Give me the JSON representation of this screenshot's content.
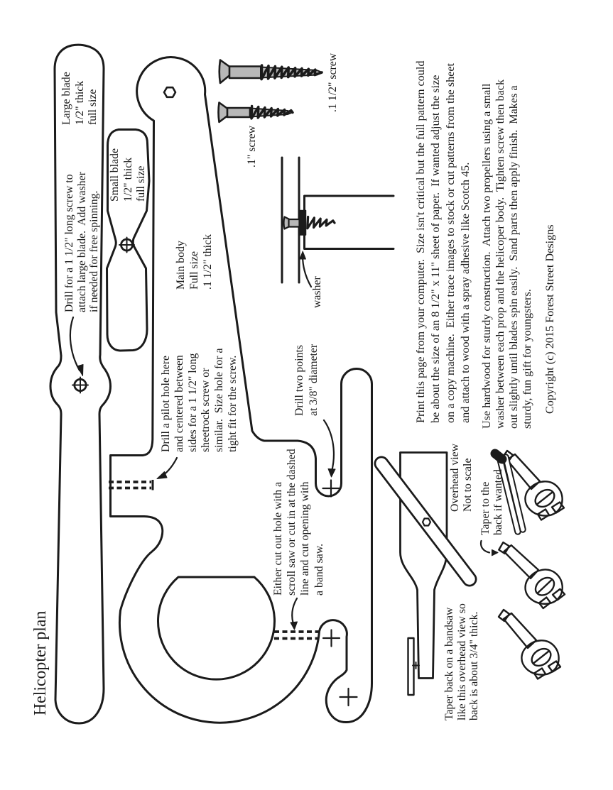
{
  "page": {
    "background": "#ffffff",
    "ink": "#1b1b1b",
    "title": "Helicopter plan"
  },
  "parts": {
    "large_blade": {
      "label_lines": [
        "Large blade",
        "1/2\" thick",
        "full size"
      ]
    },
    "small_blade": {
      "label_lines": [
        "Small blade",
        "1/2\" thick",
        "full size"
      ]
    },
    "main_body": {
      "label_lines": [
        "Main body",
        "Full size",
        ".1 1/2\" thick"
      ]
    }
  },
  "hardware": {
    "screw_long": {
      "label": ".1 1/2\" screw"
    },
    "screw_short": {
      "label": ".1\" screw"
    },
    "washer": {
      "label": "washer"
    }
  },
  "annotations": {
    "drill_large_blade": {
      "lines": [
        "Drill for a 1 1/2\" long screw to",
        "attach large blade.  Add washer",
        "if needed for free spinning."
      ]
    },
    "drill_pilot_hole": {
      "lines": [
        "Drill a pilot hole here",
        "and centered between",
        "sides for a 1 1/2\" long",
        "sheetrock screw or",
        "similar.  Size hole for a",
        "tight fit for the screw."
      ]
    },
    "drill_two_points": {
      "lines": [
        "Drill two points",
        "at 3/8\" diameter"
      ]
    },
    "cut_hole": {
      "lines": [
        "Either cut out hole with a",
        "scroll saw or cut in at the dashed",
        "line and cut opening with",
        "a band saw."
      ]
    },
    "overhead_view": {
      "lines": [
        "Overhead view",
        "Not to scale"
      ]
    },
    "taper_to_back": {
      "lines": [
        "Taper to the",
        "back if wanted"
      ]
    },
    "taper_bandsaw": {
      "lines": [
        "Taper back on a bandsaw",
        "like this overhead view so",
        "back is about 3/4\" thick."
      ]
    }
  },
  "instructions": {
    "paragraph1_lines": [
      "Print this page from your computer.  Size isn't critical but the full pattern could",
      "be about the size of an 8 1/2\" x 11\" sheet of paper.  If wanted adjust the size",
      "on a copy machine.  Either trace images to stock or cut patterns from the sheet",
      "and attach to wood with a spray adhesive like Scotch 45."
    ],
    "paragraph2_lines": [
      "Use hardwood for sturdy construction.  Attach two propellers using a small",
      "washer between each prop and the helicoper body.  Tighten screw then back",
      "out slightly until blades spin easily.  Sand parts then apply finish.  Makes a",
      "sturdy, fun gift for youngsters."
    ],
    "copyright": "Copyright (c) 2015 Forest Street Designs"
  }
}
